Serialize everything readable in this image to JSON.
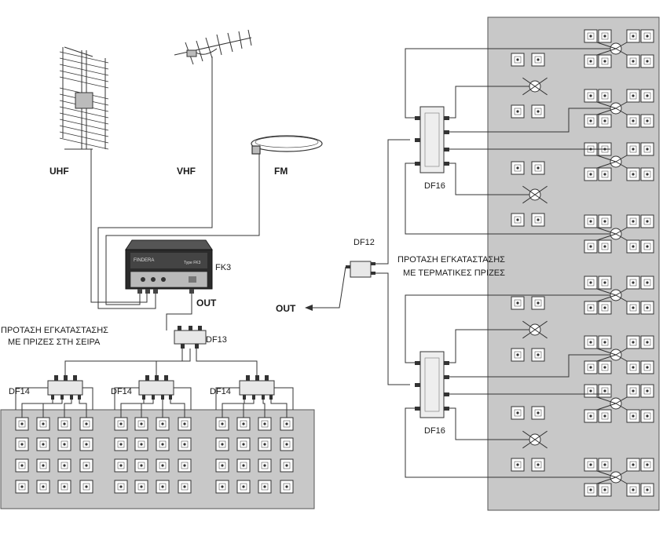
{
  "antennas": {
    "uhf": "UHF",
    "vhf": "VHF",
    "fm": "FM"
  },
  "headend": {
    "model": "FK3",
    "brand": "FINDERA",
    "type_plate": "Type FK3",
    "output": "OUT"
  },
  "left_section": {
    "title_line1": "ΠΡΟΤΑΣΗ ΕΓΚΑΤΑΣΤΑΣΗΣ",
    "title_line2": "ΜΕ ΠΡΙΖΕΣ ΣΤΗ  ΣΕΙΡΑ",
    "main_splitter": "DF13",
    "branch_splitters": [
      "DF14",
      "DF14",
      "DF14"
    ]
  },
  "right_section": {
    "title_line1": "ΠΡΟΤΑΣΗ ΕΓΚΑΤΑΣΤΑΣΗΣ",
    "title_line2": "ΜΕ  ΤΕΡΜΑΤΙΚΕΣ ΠΡΙΖΕΣ",
    "main_splitter": "DF12",
    "output": "OUT",
    "sub_splitters": [
      "DF16",
      "DF16"
    ]
  },
  "colors": {
    "panel": "#c8c8c8",
    "line": "#333333",
    "outlet_fill": "#ffffff",
    "device_body": "#2b2b2b",
    "device_panel": "#b9b9b9"
  },
  "icons": {
    "outlet": "tv-outlet-icon",
    "splitter": "splitter-icon",
    "antenna": "antenna-icon",
    "arrow": "arrow-left-icon"
  }
}
